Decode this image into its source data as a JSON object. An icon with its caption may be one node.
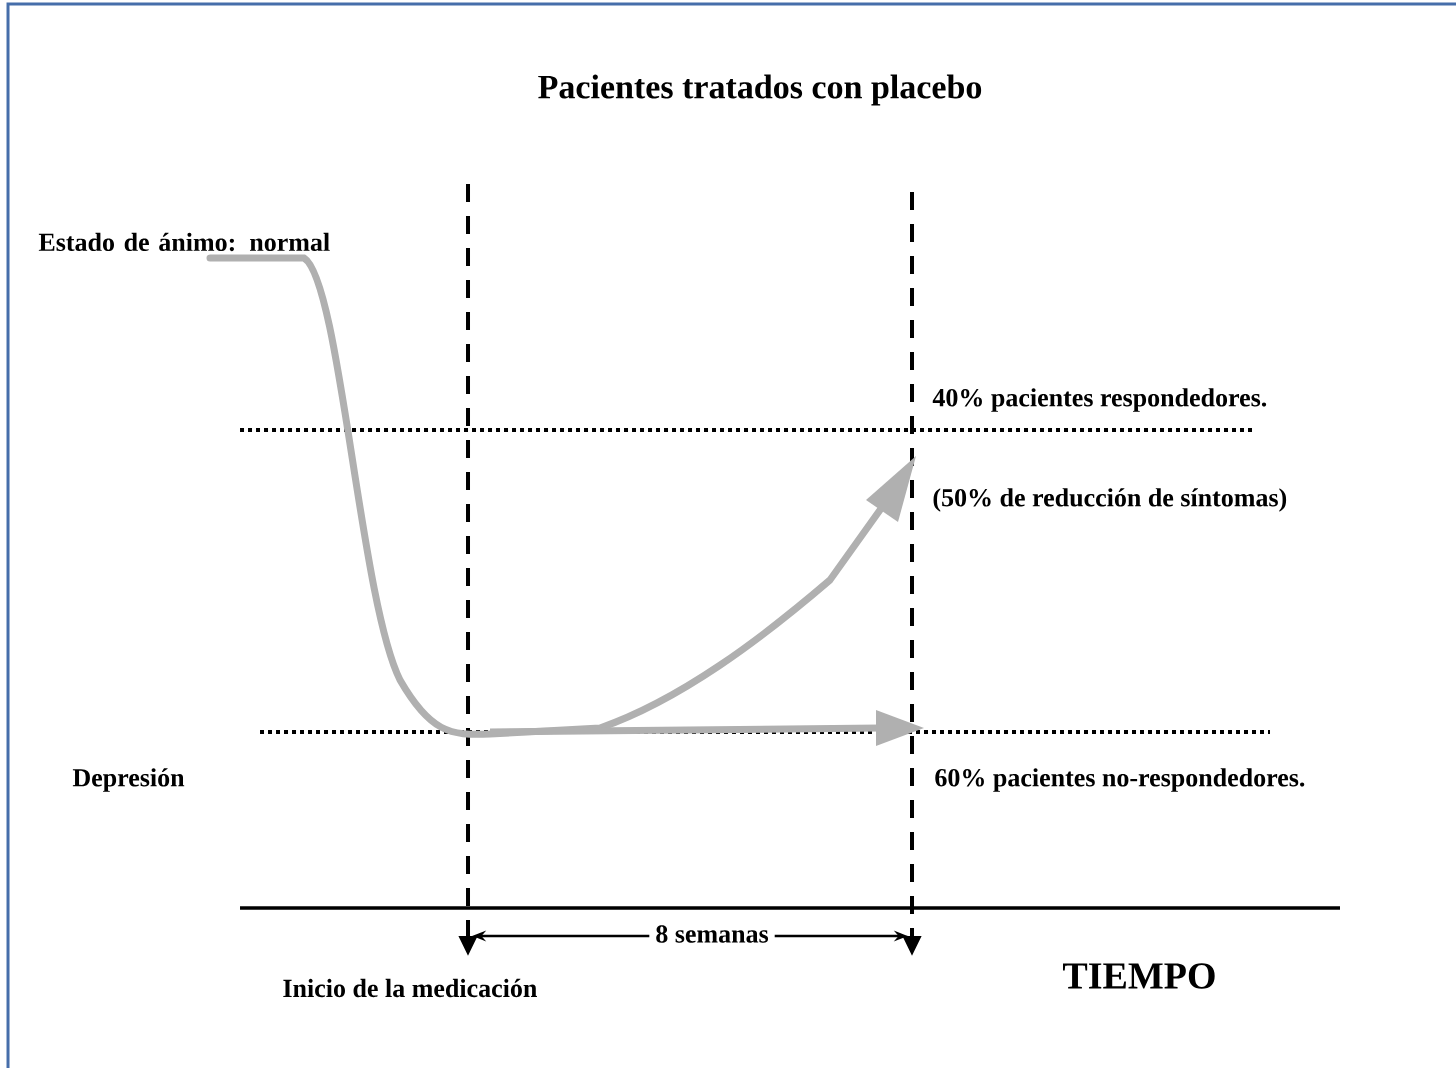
{
  "diagram": {
    "title": "Pacientes tratados con placebo",
    "labels": [
      "Estado de ánimo: normal",
      "40% pacientes respondedores.",
      "(50% de reducción de síntomas)",
      "Depresión",
      "60% pacientes no-respondedores.",
      "8 semanas",
      "Inicio de la medicación",
      "TIEMPO"
    ]
  }
}
